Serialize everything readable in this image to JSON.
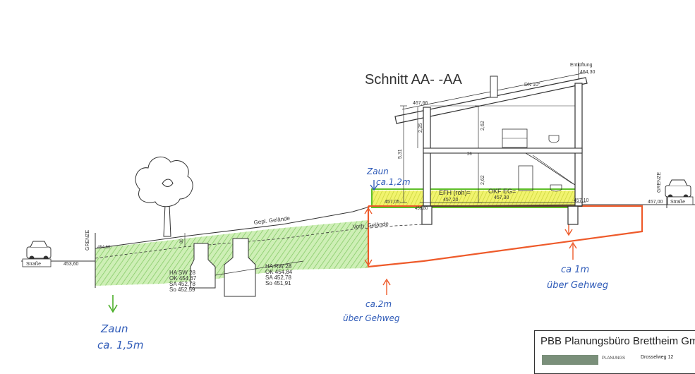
{
  "section_title": "Schnitt  AA- -AA",
  "roof": {
    "vent_label": "Entlüftung",
    "vent_elev": "464,30",
    "pitch_label": "DN 10°",
    "eave_elev": "467,66"
  },
  "house_dims": {
    "total_height": "5,31",
    "upper_floor_h": "2,25",
    "upper_storey": "2,62",
    "lower_storey": "2,62",
    "slab_mark": "26"
  },
  "floor_labels": {
    "efh": "EFH (roh)=",
    "efh_elev": "457,20",
    "okf": "OKF EG=",
    "okf_elev": "457,30",
    "left_elev": "457,05",
    "right_elev": "457,10",
    "under_elev": "456,80"
  },
  "terrain": {
    "planned": "Gepl. Gelände",
    "existing": "Vorh. Gelände"
  },
  "street": {
    "left_label": "Straße",
    "left_elev": "453,60",
    "left_top_elev": "454,60",
    "right_label": "Straße",
    "right_elev": "457,00",
    "boundary": "GRENZE"
  },
  "manholes": {
    "sw": [
      "HA SW 28",
      "OK 454,67",
      "SA 452,78",
      "So 452,59"
    ],
    "rw": [
      "HA RW 28",
      "OK 454,84",
      "SA 452,78",
      "So 451,91"
    ]
  },
  "small_dim": "80",
  "annotations": {
    "fence_top_1": "Zaun",
    "fence_top_2": "ca.1,2m",
    "fence_left_1": "Zaun",
    "fence_left_2": "ca. 1,5m",
    "mid_1": "ca.2m",
    "mid_2": "über Gehweg",
    "right_1": "ca 1m",
    "right_2": "über Gehweg"
  },
  "title_block": {
    "company": "PBB Planungsbüro Brettheim Gmb",
    "small": "PLANUNGS",
    "street": "Drosselweg 12"
  },
  "colors": {
    "green_fill": "#7fd24a",
    "yellow_fill": "#e9ef3a",
    "red_line": "#ee5a2a",
    "blue_ink": "#2f5bb8",
    "line": "#333333"
  }
}
